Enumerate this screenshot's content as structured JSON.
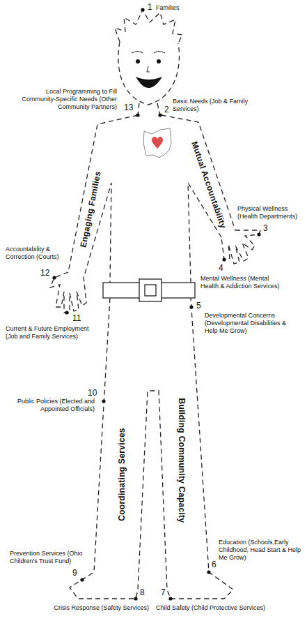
{
  "diagram": {
    "labels": [
      "1",
      "Families",
      "13",
      "Local Programming to Fill Community-Specific Needs (Other Community Partners)",
      "2",
      "Basic Needs (Job & Family Services)",
      "Engaging Families",
      "Mutual Accountability",
      "3",
      "Physical Wellness (Health Departments)",
      "12",
      "Accountability & Correction (Courts)",
      "4",
      "Mental Wellness (Mental Health & Addiction Services)",
      "11",
      "Current & Future Employment (Job and Family Services)",
      "5",
      "Developmental Concerns (Developmental Disabilities & Help Me Grow)",
      "10",
      "Public Policies (Elected and Appointed Officials)",
      "Coordinating Services",
      "Building Community Capacity",
      "9",
      "Prevention Services (Ohio Children's Trust Fund)",
      "6",
      "Education (Schools,Early Childhood, Head Start & Help Me Grow)",
      "8",
      "Crisis Response (Safety Services)",
      "7",
      "Child Safety (Child Protective Services)"
    ]
  }
}
